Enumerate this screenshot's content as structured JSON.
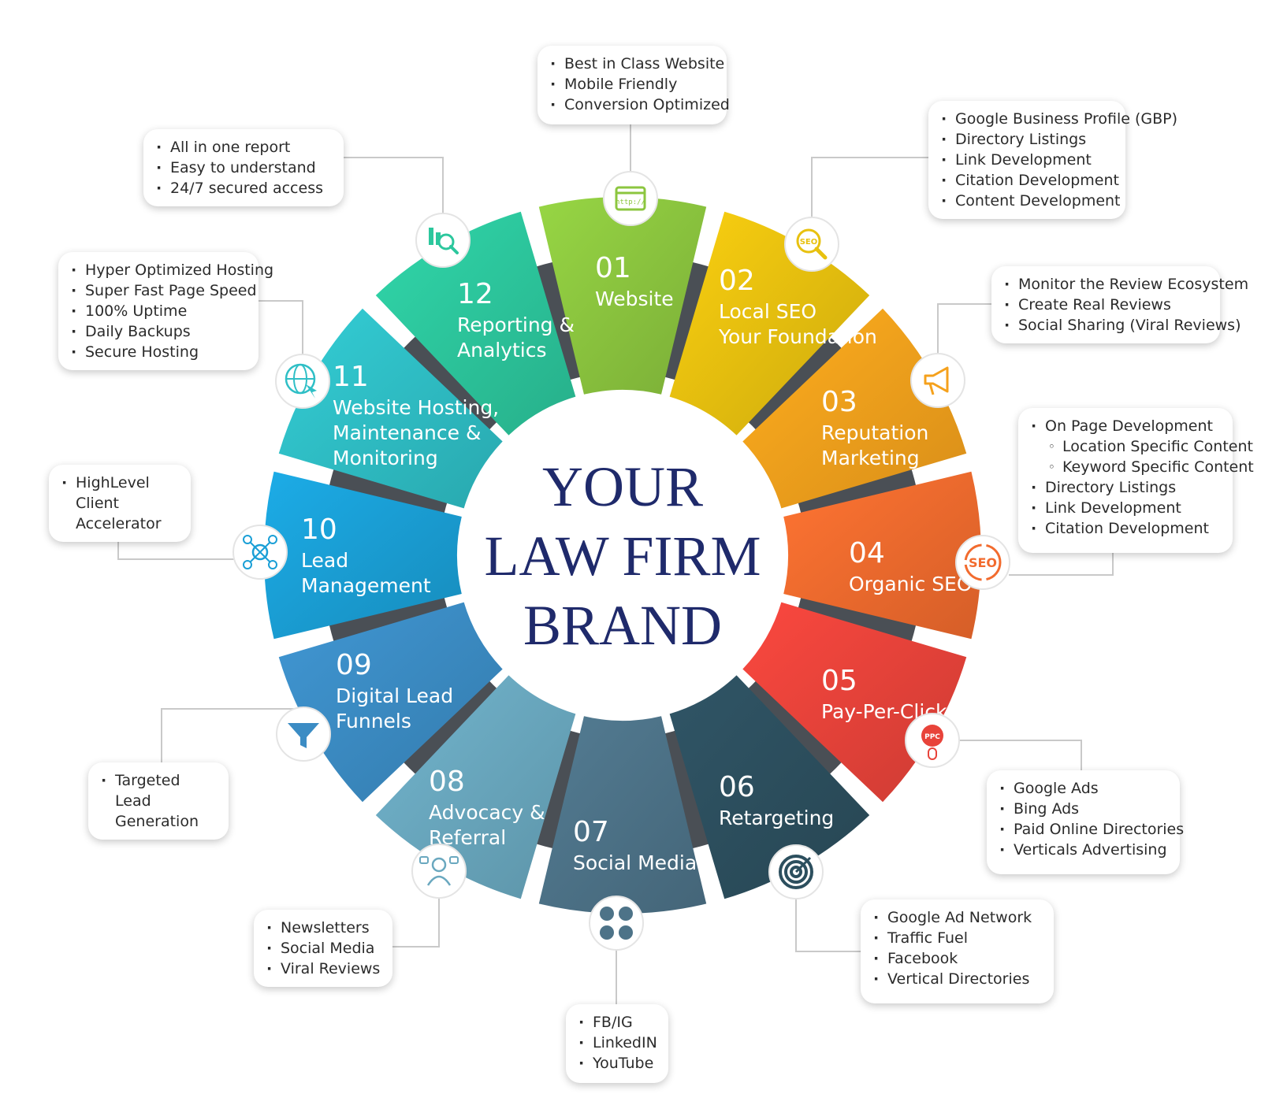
{
  "center": {
    "line1": "YOUR",
    "line2": "LAW FIRM",
    "line3": "BRAND"
  },
  "segments": [
    {
      "num": "01",
      "label": [
        "Website"
      ],
      "color": "#8cc63f",
      "icon": "http-browser-icon",
      "bullets": [
        {
          "t": "Best in Class Website"
        },
        {
          "t": "Mobile Friendly"
        },
        {
          "t": "Conversion Optimized"
        }
      ]
    },
    {
      "num": "02",
      "label": [
        "Local SEO",
        "Your Foundation"
      ],
      "color": "#e8c10f",
      "icon": "seo-magnifier-icon",
      "bullets": [
        {
          "t": "Google Business Profile (GBP)"
        },
        {
          "t": "Directory Listings"
        },
        {
          "t": "Link Development"
        },
        {
          "t": "Citation Development"
        },
        {
          "t": "Content Development"
        }
      ]
    },
    {
      "num": "03",
      "label": [
        "Reputation",
        "Marketing"
      ],
      "color": "#f5a11c",
      "icon": "megaphone-icon",
      "bullets": [
        {
          "t": "Monitor the Review Ecosystem"
        },
        {
          "t": "Create Real Reviews"
        },
        {
          "t": "Social Sharing (Viral Reviews)"
        }
      ]
    },
    {
      "num": "04",
      "label": [
        "Organic SEO"
      ],
      "color": "#f26b2e",
      "icon": "seo-refresh-icon",
      "bullets": [
        {
          "t": "On Page Development"
        },
        {
          "t": "Location Specific Content",
          "sub": true
        },
        {
          "t": "Keyword Specific Content",
          "sub": true
        },
        {
          "t": "Directory Listings"
        },
        {
          "t": "Link Development"
        },
        {
          "t": "Citation Development"
        }
      ]
    },
    {
      "num": "05",
      "label": [
        "Pay-Per-Click"
      ],
      "color": "#e8433a",
      "icon": "ppc-mouse-icon",
      "bullets": [
        {
          "t": "Google Ads"
        },
        {
          "t": "Bing Ads"
        },
        {
          "t": "Paid Online Directories"
        },
        {
          "t": "Verticals Advertising"
        }
      ]
    },
    {
      "num": "06",
      "label": [
        "Retargeting"
      ],
      "color": "#2c4f5e",
      "icon": "target-icon",
      "bullets": [
        {
          "t": "Google Ad  Network"
        },
        {
          "t": "Traffic Fuel"
        },
        {
          "t": "Facebook"
        },
        {
          "t": "Vertical Directories"
        }
      ]
    },
    {
      "num": "07",
      "label": [
        "Social Media"
      ],
      "color": "#4d7388",
      "icon": "social-media-icon",
      "bullets": [
        {
          "t": "FB/IG"
        },
        {
          "t": "LinkedIN"
        },
        {
          "t": "YouTube"
        }
      ]
    },
    {
      "num": "08",
      "label": [
        "Advocacy &",
        "Referral"
      ],
      "color": "#6aa8bf",
      "icon": "advocacy-people-icon",
      "bullets": [
        {
          "t": "Newsletters"
        },
        {
          "t": "Social Media"
        },
        {
          "t": "Viral Reviews"
        }
      ]
    },
    {
      "num": "09",
      "label": [
        "Digital Lead",
        "Funnels"
      ],
      "color": "#3b8cc4",
      "icon": "funnel-icon",
      "bullets": [
        {
          "t": "Targeted Lead Generation"
        }
      ]
    },
    {
      "num": "10",
      "label": [
        "Lead",
        "Management"
      ],
      "color": "#1a9fd6",
      "icon": "crm-network-icon",
      "bullets": [
        {
          "t": "HighLevel Client Accelerator"
        }
      ]
    },
    {
      "num": "11",
      "label": [
        "Website Hosting,",
        "Maintenance &",
        "Monitoring"
      ],
      "color": "#2fbfc6",
      "icon": "globe-cursor-icon",
      "bullets": [
        {
          "t": "Hyper Optimized Hosting"
        },
        {
          "t": "Super Fast Page Speed"
        },
        {
          "t": "100% Uptime"
        },
        {
          "t": "Daily Backups"
        },
        {
          "t": "Secure Hosting"
        }
      ]
    },
    {
      "num": "12",
      "label": [
        "Reporting &",
        "Analytics"
      ],
      "color": "#2cc79d",
      "icon": "analytics-search-icon",
      "bullets": [
        {
          "t": "All in one report"
        },
        {
          "t": "Easy to understand"
        },
        {
          "t": "24/7 secured access"
        }
      ]
    }
  ]
}
